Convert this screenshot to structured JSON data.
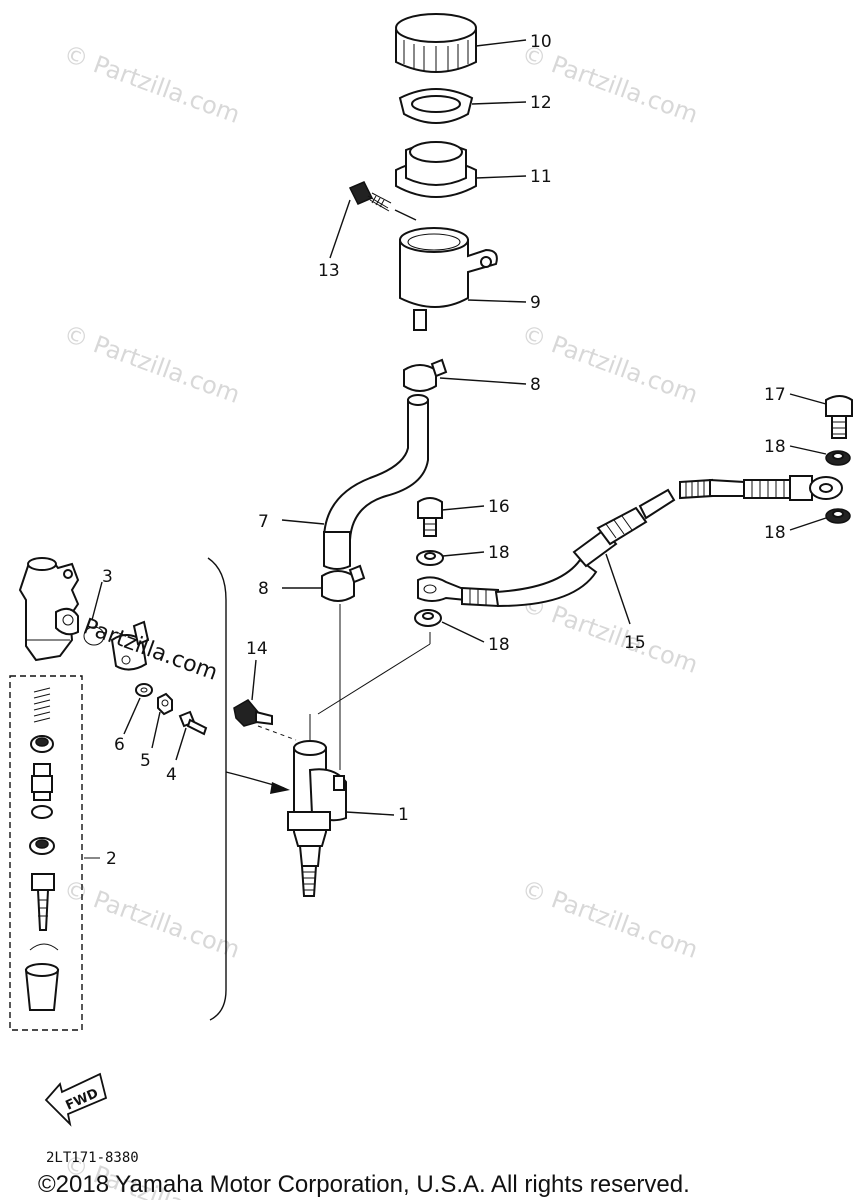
{
  "watermark": {
    "text": "© Partzilla.com",
    "overlay_text": "Partzilla.com"
  },
  "callouts": [
    {
      "id": "1",
      "label": "1"
    },
    {
      "id": "2",
      "label": "2"
    },
    {
      "id": "3",
      "label": "3"
    },
    {
      "id": "4",
      "label": "4"
    },
    {
      "id": "5",
      "label": "5"
    },
    {
      "id": "6",
      "label": "6"
    },
    {
      "id": "7",
      "label": "7"
    },
    {
      "id": "8a",
      "label": "8"
    },
    {
      "id": "8b",
      "label": "8"
    },
    {
      "id": "9",
      "label": "9"
    },
    {
      "id": "10",
      "label": "10"
    },
    {
      "id": "11",
      "label": "11"
    },
    {
      "id": "12",
      "label": "12"
    },
    {
      "id": "13",
      "label": "13"
    },
    {
      "id": "14",
      "label": "14"
    },
    {
      "id": "15",
      "label": "15"
    },
    {
      "id": "16",
      "label": "16"
    },
    {
      "id": "17",
      "label": "17"
    },
    {
      "id": "18a",
      "label": "18"
    },
    {
      "id": "18b",
      "label": "18"
    },
    {
      "id": "18c",
      "label": "18"
    },
    {
      "id": "18d",
      "label": "18"
    }
  ],
  "fwd_label": "FWD",
  "diagram_ref": "2LT171-8380",
  "copyright": "©2018  Yamaha Motor Corporation, U.S.A. All rights reserved."
}
